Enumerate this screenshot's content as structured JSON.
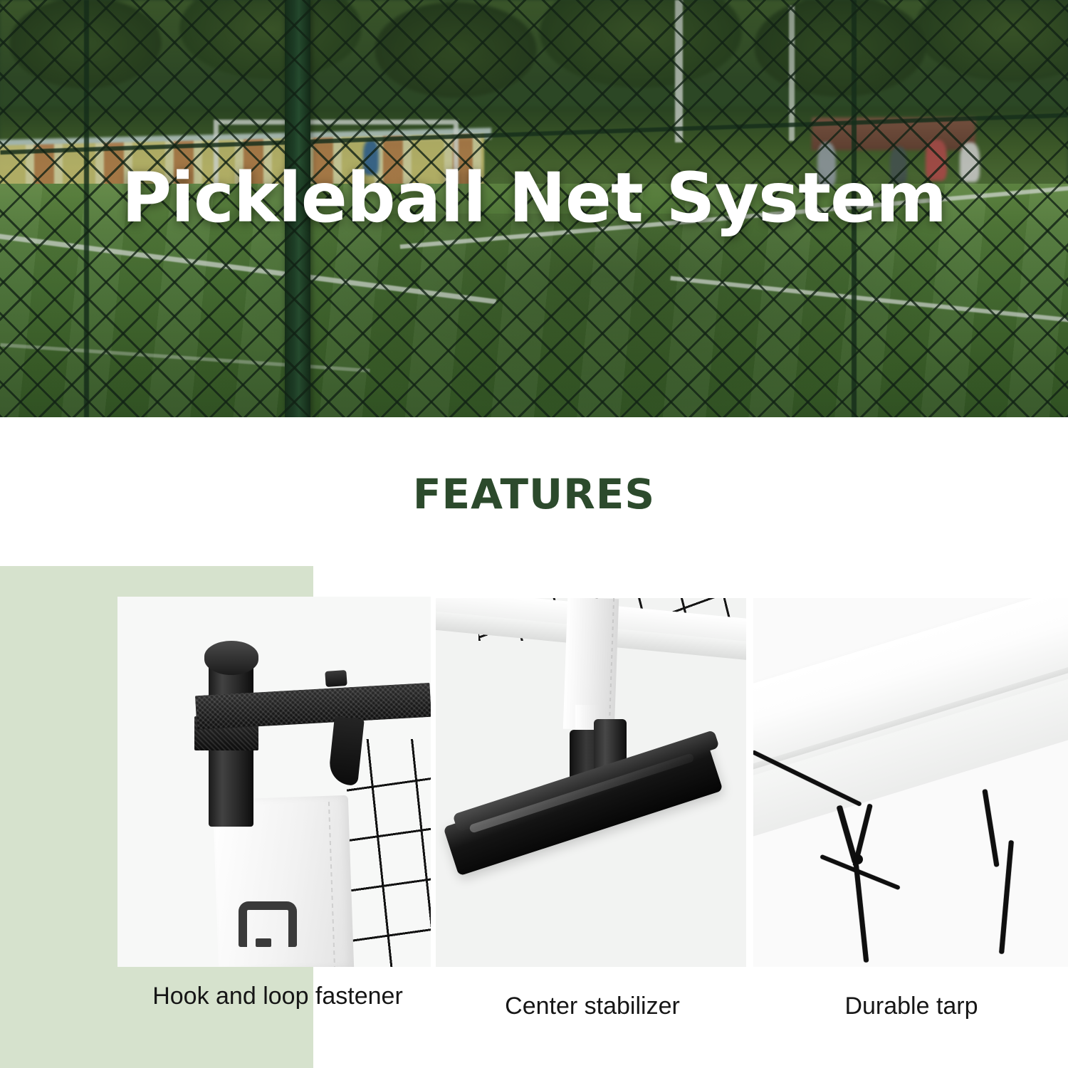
{
  "hero": {
    "title": "Pickleball Net System",
    "scene_description": "outdoor sports court behind dark green chain-link fence"
  },
  "section": {
    "heading": "FEATURES",
    "heading_color": "#2c4a2c",
    "accent_panel_color": "#d6e2cd"
  },
  "features": [
    {
      "caption": "Hook and loop fastener",
      "image_name": "post-strap-closeup"
    },
    {
      "caption": "Center stabilizer",
      "image_name": "center-stabilizer-closeup"
    },
    {
      "caption": "Durable tarp",
      "image_name": "tarp-headband-closeup"
    }
  ]
}
